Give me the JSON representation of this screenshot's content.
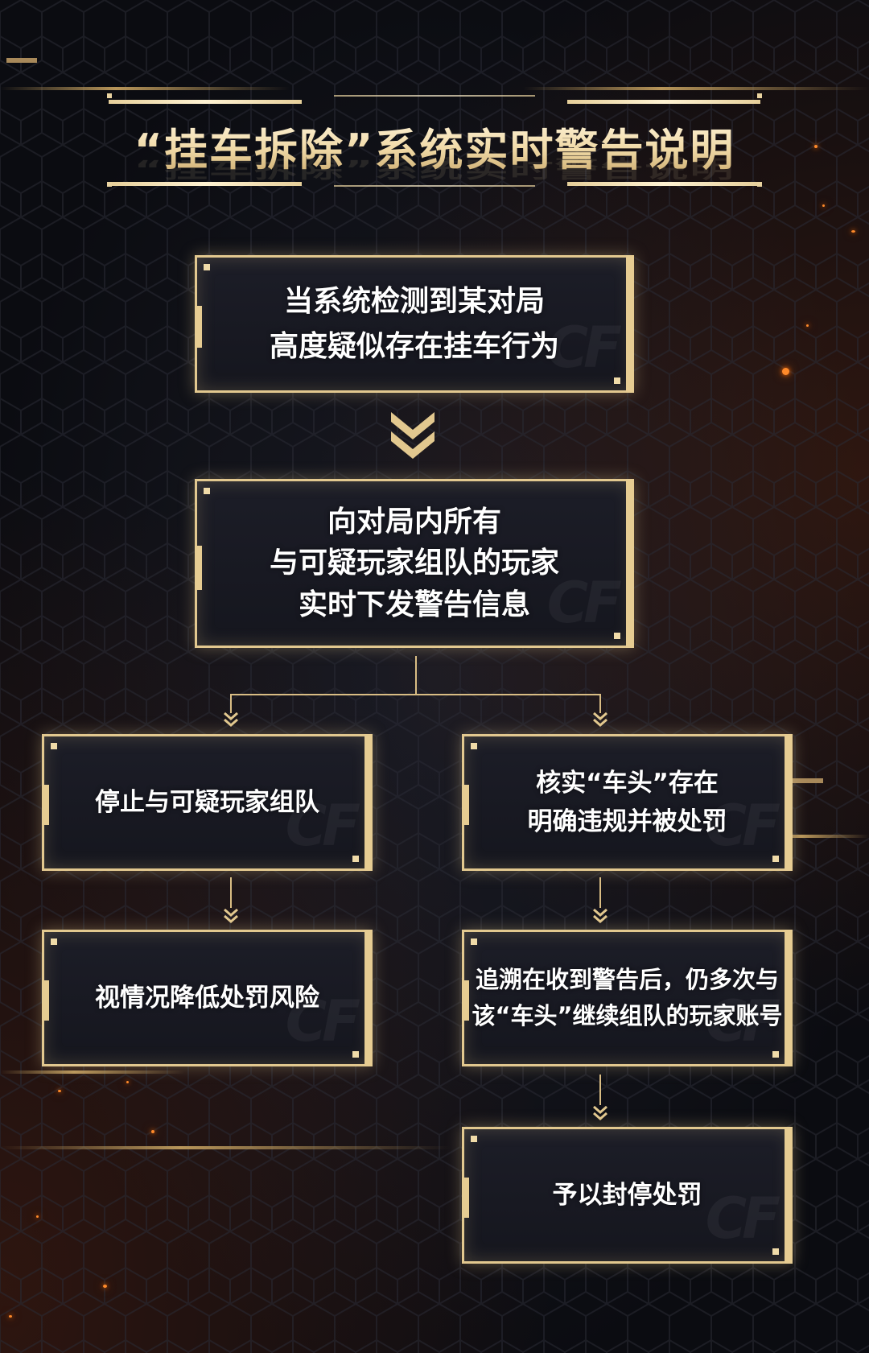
{
  "title": "“挂车拆除”系统实时警告说明",
  "nodes": {
    "detect": {
      "lines": [
        "当系统检测到某对局",
        "高度疑似存在挂车行为"
      ]
    },
    "warn": {
      "lines": [
        "向对局内所有",
        "与可疑玩家组队的玩家",
        "实时下发警告信息"
      ]
    },
    "stop": {
      "lines": [
        "停止与可疑玩家组队"
      ]
    },
    "reduce": {
      "lines": [
        "视情况降低处罚风险"
      ]
    },
    "verify": {
      "lines": [
        "核实“车头”存在",
        "明确违规并被处罚"
      ]
    },
    "trace": {
      "lines": [
        "追溯在收到警告后，仍多次与",
        "该“车头”继续组队的玩家账号"
      ]
    },
    "ban": {
      "lines": [
        "予以封停处罚"
      ]
    }
  },
  "colors": {
    "accent_gold": "#e2c88f",
    "box_fill": "#181922",
    "background": "#0d0e14",
    "spark": "#ff8a2a"
  }
}
